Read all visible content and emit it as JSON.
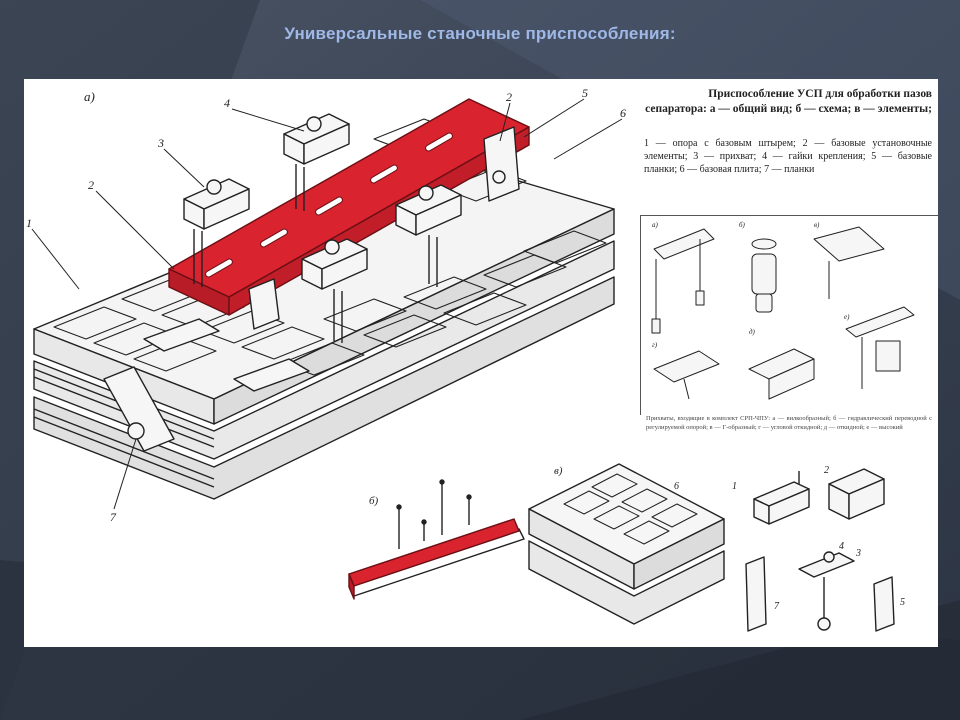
{
  "slide": {
    "title": "Универсальные станочные приспособления:",
    "title_color": "#9fb8e6",
    "background_color": "#3a4453",
    "accent_part_color": "#d9232f"
  },
  "figure": {
    "caption_title": "Приспособление УСП для обработки пазов сепаратора: а — общий вид; б — схема; в — элементы;",
    "legend": "1 — опора с базовым штырем; 2 — базовые установочные элементы; 3 — прихват; 4 — гайки крепления; 5 — базовые планки; 6 — базовая плита; 7 — планки",
    "small_caption": "Прихваты, входящие в комплект СРП-ЧПУ: а — вилкообразный; б — гидравлический переводной с регулируемой опорой; в — Г-образный; г — угловой откидной; д — откидной; е — высокий",
    "panel_labels": {
      "main": "а)",
      "scheme": "б)",
      "elements": "в)",
      "sub_a": "а)",
      "sub_b": "б)",
      "sub_c": "в)",
      "sub_d": "г)",
      "sub_e": "д)",
      "sub_f": "е)"
    },
    "callouts": [
      "1",
      "2",
      "3",
      "4",
      "2",
      "5",
      "6",
      "7"
    ],
    "element_callouts": [
      "6",
      "1",
      "2",
      "7",
      "4",
      "3",
      "5"
    ]
  }
}
